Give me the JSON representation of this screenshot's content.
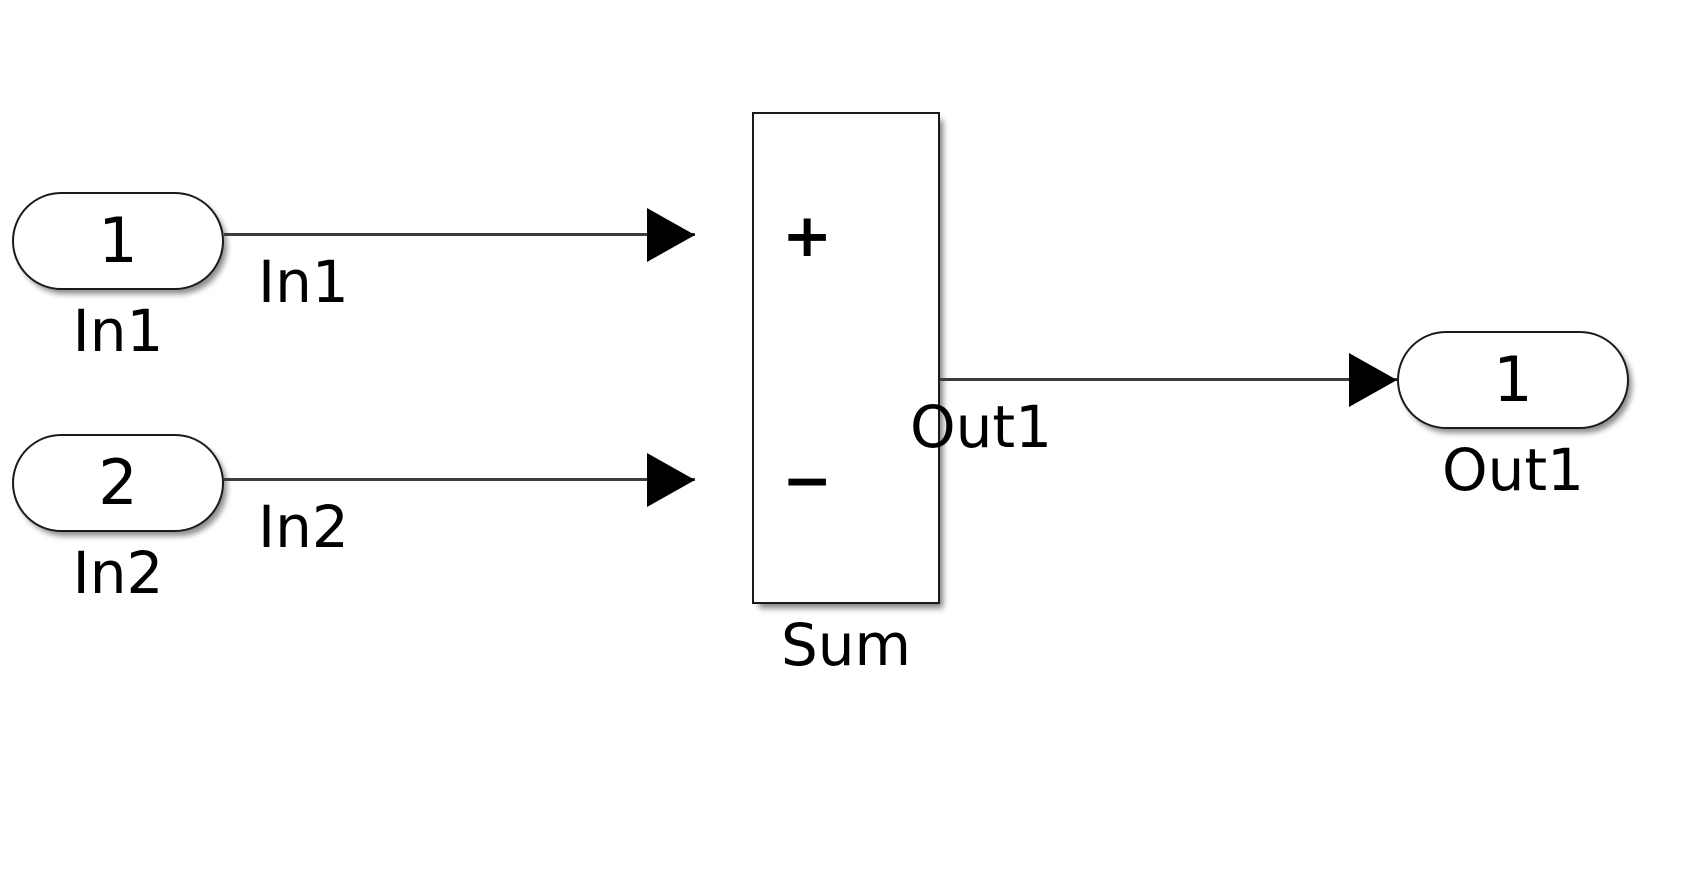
{
  "diagram": {
    "type": "simulink-block-diagram",
    "background_color": "#ffffff",
    "line_color": "#3c3c3c",
    "block_border_color": "#1a1a1a",
    "block_fill_color": "#ffffff",
    "text_color": "#000000"
  },
  "blocks": {
    "in1": {
      "port_number": "1",
      "label": "In1",
      "kind": "inport"
    },
    "in2": {
      "port_number": "2",
      "label": "In2",
      "kind": "inport"
    },
    "sum": {
      "label": "Sum",
      "kind": "sum",
      "signs": [
        {
          "sign": "+",
          "port": "1"
        },
        {
          "sign": "−",
          "port": "2"
        }
      ]
    },
    "out1": {
      "port_number": "1",
      "label": "Out1",
      "kind": "outport"
    }
  },
  "signals": [
    {
      "name": "In1",
      "from": "in1",
      "to": "sum.+"
    },
    {
      "name": "In2",
      "from": "in2",
      "to": "sum.−"
    },
    {
      "name": "Out1",
      "from": "sum",
      "to": "out1"
    }
  ]
}
